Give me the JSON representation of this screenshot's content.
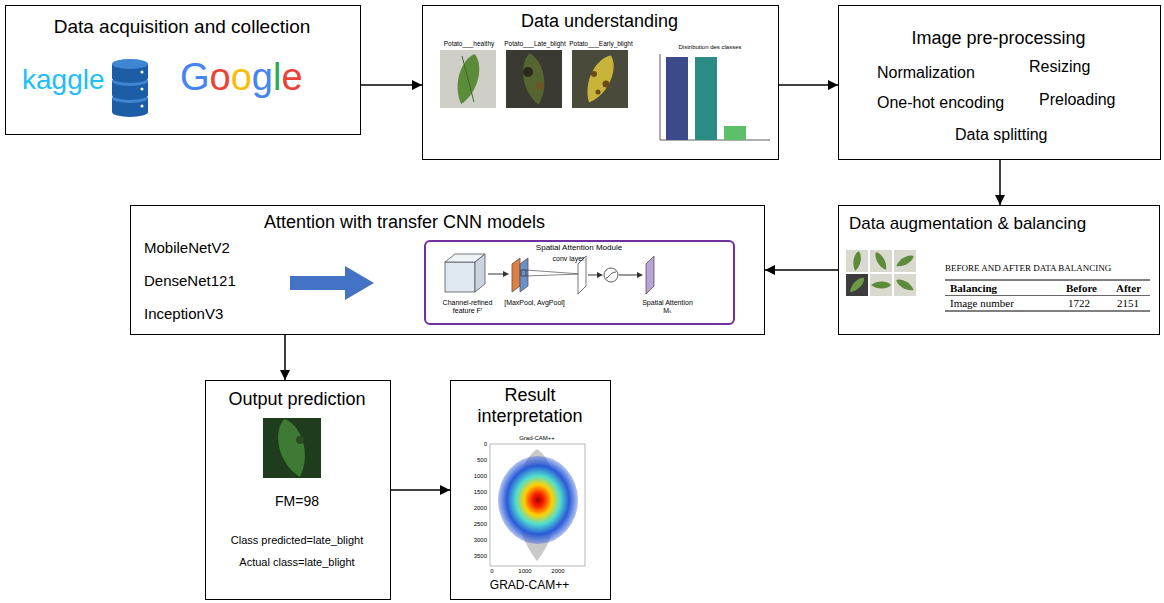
{
  "diagram": {
    "nodes": [
      {
        "text": [
          "Data acquisition and collection",
          "kaggle",
          "Google"
        ]
      },
      {
        "text": [
          "Data understanding",
          "Potato___healthy",
          "Potato___Late_blight",
          "Potato___Early_blight"
        ]
      },
      {
        "text": [
          "Image pre-processing",
          "Normalization",
          "Resizing",
          "One-hot encoding",
          "Preloading",
          "Data splitting"
        ]
      },
      {
        "text": [
          "Data augmentation & balancing"
        ]
      },
      {
        "text": [
          "Attention with transfer CNN models",
          "MobileNetV2",
          "DenseNet121",
          "InceptionV3"
        ]
      },
      {
        "text": [
          "Spatial Attention Module",
          "Channel-refined feature F′",
          "[MaxPool, AvgPool]",
          "conv layer",
          "Spatial Attention Mₛ"
        ],
        "in": 4
      },
      {
        "text": [
          "Output prediction",
          "FM=98",
          "Class predicted=late_blight",
          "Actual class=late_blight"
        ]
      },
      {
        "text": [
          "Result interpretation",
          "GRAD-CAM++"
        ]
      }
    ],
    "edges": [
      {
        "from": 0,
        "to": 1,
        "arrow": "to"
      },
      {
        "from": 1,
        "to": 2,
        "arrow": "to"
      },
      {
        "from": 2,
        "to": 3,
        "arrow": "to"
      },
      {
        "from": 3,
        "to": 4,
        "arrow": "to"
      },
      {
        "from": 4,
        "to": 6,
        "arrow": "to"
      },
      {
        "from": 6,
        "to": 7,
        "arrow": "to"
      }
    ],
    "labels": [
      "Distribution des classes",
      "BEFORE AND AFTER DATA BALANCING",
      "Balancing",
      "Before",
      "After",
      "Image number",
      "1722",
      "2151",
      "Grad-CAM++",
      "0",
      "500",
      "1000",
      "1500",
      "2000",
      "2500",
      "3000",
      "3500",
      "0",
      "1000",
      "2000"
    ]
  }
}
